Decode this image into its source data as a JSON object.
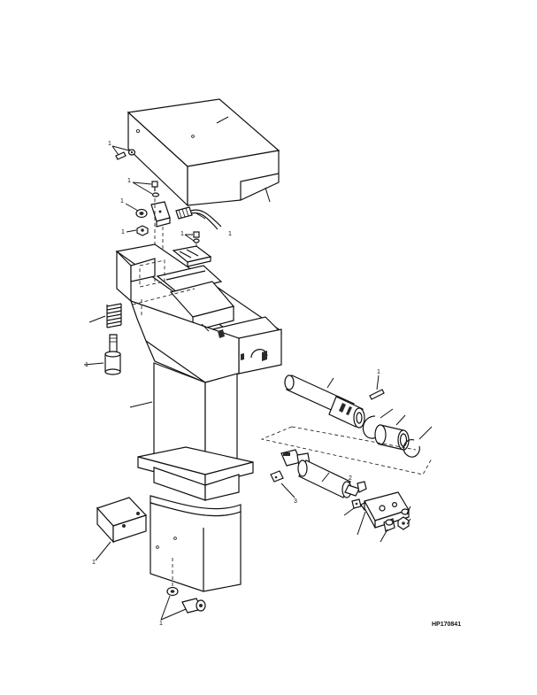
{
  "figure": {
    "id": "HP170841"
  },
  "callouts": {
    "c1": "1",
    "c2": "1",
    "c3": "1",
    "c4": "1",
    "c5": "1",
    "c6": "1",
    "c7": "1",
    "c8": "1",
    "c9": "1",
    "c10": "2",
    "c11": "3",
    "c12": "1"
  }
}
